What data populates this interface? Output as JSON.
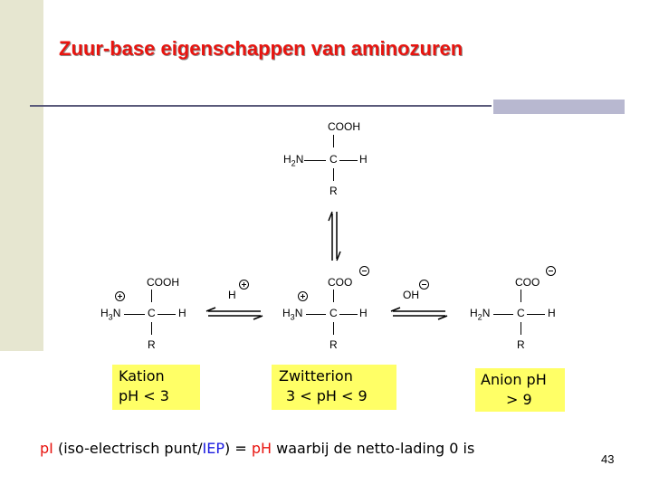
{
  "slide": {
    "title": "Zuur-base eigenschappen van aminozuren",
    "page_number": "43"
  },
  "molecules": {
    "top": {
      "carboxyl": "COOH",
      "amine_main": "H",
      "amine_sub": "2",
      "amine_end": "N",
      "carbon": "C",
      "hydrogen": "H",
      "side_chain": "R"
    },
    "left": {
      "carboxyl": "COOH",
      "amine_main": "H",
      "amine_sub": "3",
      "amine_end": "N",
      "carbon": "C",
      "hydrogen": "H",
      "side_chain": "R"
    },
    "middle": {
      "carboxyl": "COO",
      "amine_main": "H",
      "amine_sub": "3",
      "amine_end": "N",
      "carbon": "C",
      "hydrogen": "H",
      "side_chain": "R"
    },
    "right": {
      "carboxyl": "COO",
      "amine_main": "H",
      "amine_sub": "2",
      "amine_end": "N",
      "carbon": "C",
      "hydrogen": "H",
      "side_chain": "R"
    }
  },
  "reagents": {
    "proton": "H",
    "hydroxide": "OH"
  },
  "labels": {
    "kation_name": "Kation",
    "kation_ph": "pH < 3",
    "zwitterion_name": "Zwitterion",
    "zwitterion_ph": "3 < pH < 9",
    "anion_line1": "Anion  pH",
    "anion_line2": "> 9"
  },
  "footer": {
    "pi": "pI",
    "text1": " (iso-electrisch punt/",
    "iep": "IEP",
    "text2": ") = ",
    "ph": "pH",
    "text3": " waarbij de netto-lading 0 is"
  },
  "colors": {
    "title": "#e8140f",
    "highlight": "#ffff66",
    "accent_blue": "#1a1ae0"
  }
}
